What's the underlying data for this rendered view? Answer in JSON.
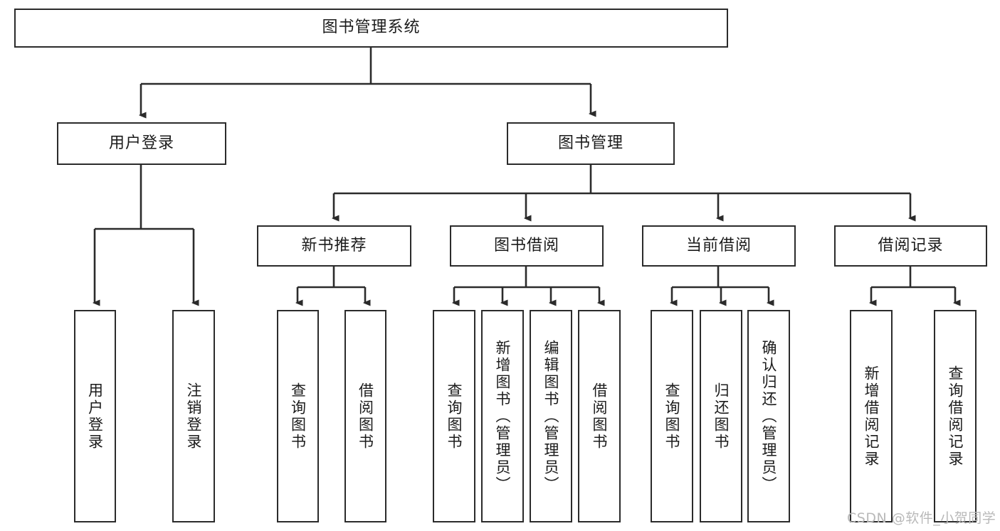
{
  "diagram": {
    "type": "tree-hierarchy",
    "title": "图书管理系统",
    "stroke_color": "#2b2b2b",
    "fill_color": "#ffffff",
    "text_color": "#1b1b1b",
    "nodes": {
      "root": {
        "label": "图书管理系统",
        "level": 1
      },
      "user_login": {
        "label": "用户登录",
        "level": 2
      },
      "book_manage": {
        "label": "图书管理",
        "level": 2
      },
      "new_book_rec": {
        "label": "新书推荐",
        "level": 3
      },
      "book_borrow": {
        "label": "图书借阅",
        "level": 3
      },
      "current_borrow": {
        "label": "当前借阅",
        "level": 3
      },
      "borrow_record": {
        "label": "借阅记录",
        "level": 3
      },
      "leaf_user_login": {
        "label": "用户登录",
        "level": 3
      },
      "leaf_logout": {
        "label": "注销登录",
        "level": 3
      },
      "leaf_query_book_1": {
        "label": "查询图书",
        "level": 4
      },
      "leaf_borrow_book_1": {
        "label": "借阅图书",
        "level": 4
      },
      "leaf_query_book_2": {
        "label": "查询图书",
        "level": 4
      },
      "leaf_add_book": {
        "label": "新增图书（管理员）",
        "level": 4
      },
      "leaf_edit_book": {
        "label": "编辑图书（管理员）",
        "level": 4
      },
      "leaf_borrow_book_2": {
        "label": "借阅图书",
        "level": 4
      },
      "leaf_query_book_3": {
        "label": "查询图书",
        "level": 4
      },
      "leaf_return_book": {
        "label": "归还图书",
        "level": 4
      },
      "leaf_confirm_return": {
        "label": "确认归还（管理员）",
        "level": 4
      },
      "leaf_add_record": {
        "label": "新增借阅记录",
        "level": 4
      },
      "leaf_query_record": {
        "label": "查询借阅记录",
        "level": 4
      }
    },
    "edges": [
      {
        "from": "root",
        "to": "user_login"
      },
      {
        "from": "root",
        "to": "book_manage"
      },
      {
        "from": "user_login",
        "to": "leaf_user_login"
      },
      {
        "from": "user_login",
        "to": "leaf_logout"
      },
      {
        "from": "book_manage",
        "to": "new_book_rec"
      },
      {
        "from": "book_manage",
        "to": "book_borrow"
      },
      {
        "from": "book_manage",
        "to": "current_borrow"
      },
      {
        "from": "book_manage",
        "to": "borrow_record"
      },
      {
        "from": "new_book_rec",
        "to": "leaf_query_book_1"
      },
      {
        "from": "new_book_rec",
        "to": "leaf_borrow_book_1"
      },
      {
        "from": "book_borrow",
        "to": "leaf_query_book_2"
      },
      {
        "from": "book_borrow",
        "to": "leaf_add_book"
      },
      {
        "from": "book_borrow",
        "to": "leaf_edit_book"
      },
      {
        "from": "book_borrow",
        "to": "leaf_borrow_book_2"
      },
      {
        "from": "current_borrow",
        "to": "leaf_query_book_3"
      },
      {
        "from": "current_borrow",
        "to": "leaf_return_book"
      },
      {
        "from": "current_borrow",
        "to": "leaf_confirm_return"
      },
      {
        "from": "borrow_record",
        "to": "leaf_add_record"
      },
      {
        "from": "borrow_record",
        "to": "leaf_query_record"
      }
    ]
  },
  "watermark": {
    "text": "CSDN @软件_小贺同学",
    "color": "#b9b9b9"
  }
}
